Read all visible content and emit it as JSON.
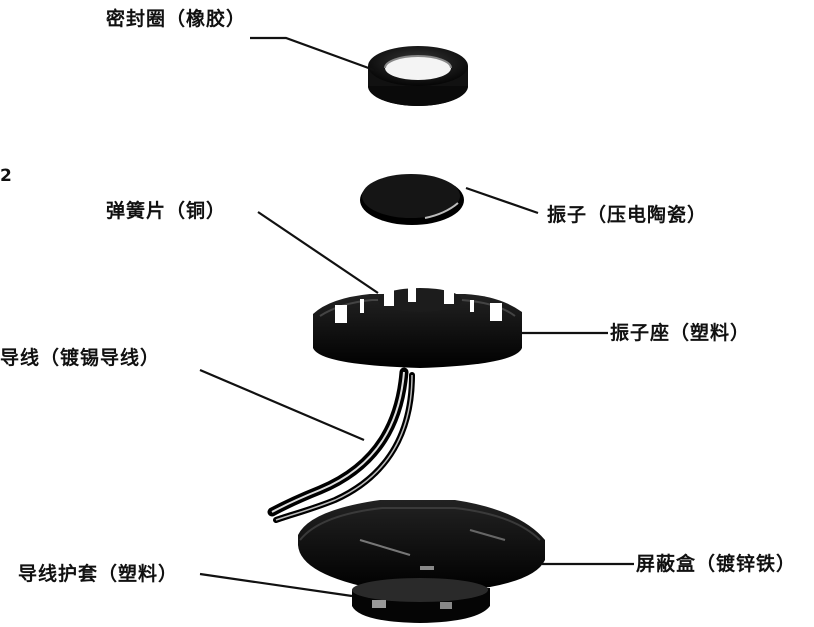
{
  "figure_marks": [
    "2"
  ],
  "labels": {
    "seal_ring": "密封圈（橡胶）",
    "vibrator": "振子（压电陶瓷）",
    "spring_plate": "弹簧片（铜）",
    "vibrator_seat": "振子座（塑料）",
    "lead_wire": "导线（镀锡导线）",
    "shield_box": "屏蔽盒（镀锌铁）",
    "wire_sheath": "导线护套（塑料）"
  }
}
